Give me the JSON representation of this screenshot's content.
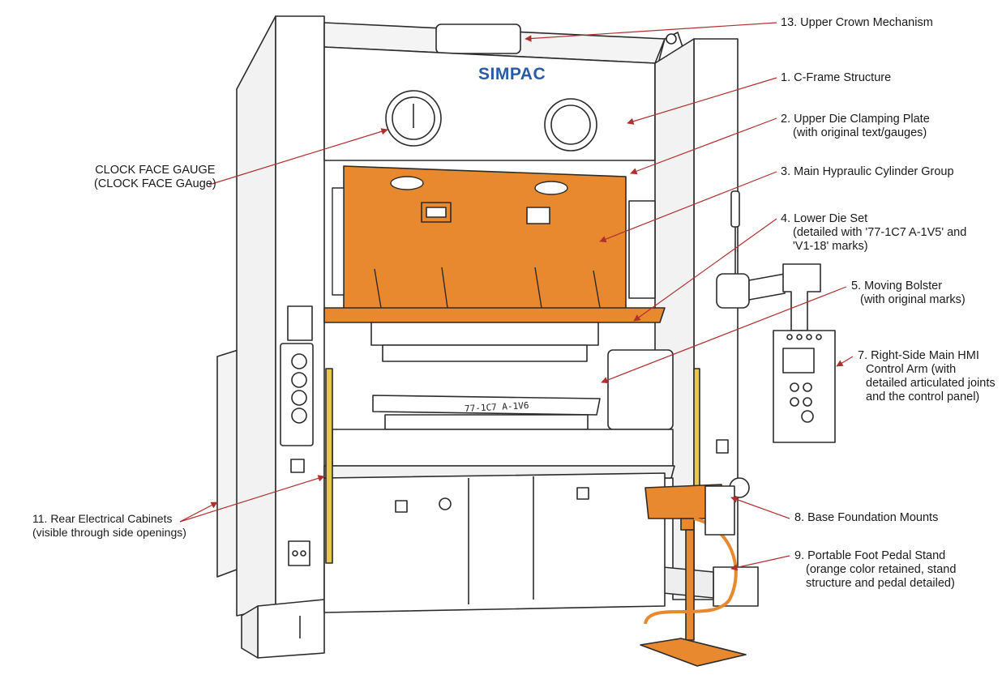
{
  "brand": {
    "name": "SIMPAC",
    "logo_color": "#2a5aa8"
  },
  "die_mark": "77-1C7 A-1V6",
  "colors": {
    "accent_orange": "#e8892f",
    "leader_line": "#b03030",
    "outline": "#2b2b2b",
    "yellow_strip": "#e6c84a"
  },
  "labels": {
    "crown": "13. Upper Crown Mechanism",
    "c_frame": "1. C-Frame Structure",
    "upper_die": {
      "line1": "2. Upper Die Clamping Plate",
      "line2": "(with original text/gauges)"
    },
    "hydraulic": "3. Main Hypraulic Cylinder Group",
    "lower_die": {
      "line1": "4. Lower Die Set",
      "line2": "(detailed with '77-1C7 A-1V5' and",
      "line3": "'V1-18' marks)"
    },
    "bolster": {
      "line1": "5. Moving Bolster",
      "line2": "(with original marks)"
    },
    "hmi": {
      "line1": "7. Right-Side Main HMI",
      "line2": "Control Arm (with",
      "line3": "detailed articulated joints",
      "line4": "and the control panel)"
    },
    "base": "8. Base Foundation Mounts",
    "pedal": {
      "line1": "9. Portable Foot Pedal Stand",
      "line2": "(orange color retained, stand",
      "line3": "structure and pedal detailed)"
    },
    "cabinets": {
      "line1": "11. Rear Electrical Cabinets",
      "line2": "(visible through side openings)"
    },
    "clock": {
      "line1": "CLOCK FACE GAUGE",
      "line2": "(CLOCK FACE GAuge)"
    }
  }
}
